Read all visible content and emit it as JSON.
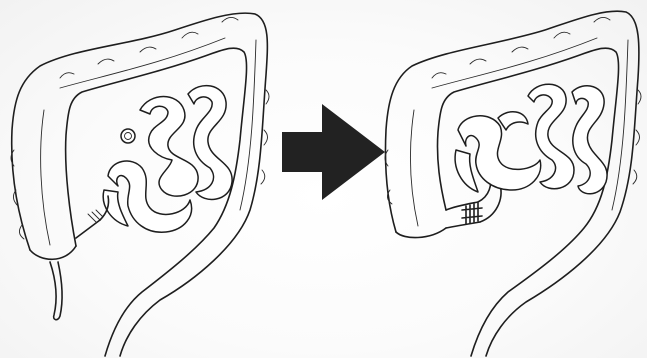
{
  "figure": {
    "panels": [
      {
        "id": "before",
        "depicts": "colon-with-ileocecal-region"
      },
      {
        "id": "after",
        "depicts": "colon-with-ileocolic-anastomosis"
      }
    ],
    "arrow": {
      "direction": "right",
      "color": "#222222"
    },
    "colors": {
      "outline": "#1e1e1e",
      "fill": "#ffffff"
    }
  }
}
